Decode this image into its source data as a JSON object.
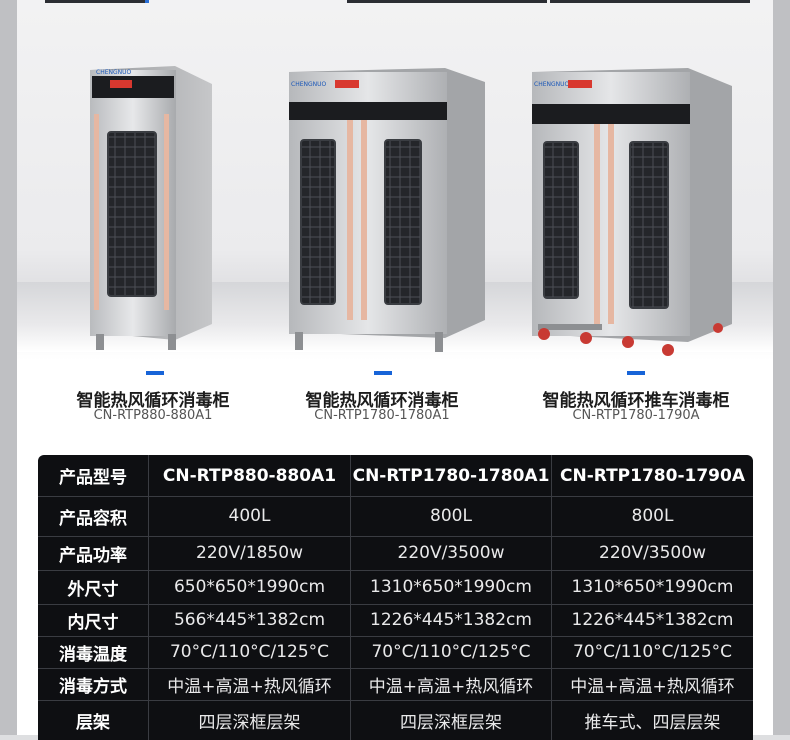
{
  "products": [
    {
      "name": "智能热风循环消毒柜",
      "model": "CN-RTP880-880A1"
    },
    {
      "name": "智能热风循环消毒柜",
      "model": "CN-RTP1780-1780A1"
    },
    {
      "name": "智能热风循环推车消毒柜",
      "model": "CN-RTP1780-1790A"
    }
  ],
  "brand": "CHENGNUO",
  "table": {
    "headers": [
      "产品型号",
      "CN-RTP880-880A1",
      "CN-RTP1780-1780A1",
      "CN-RTP1780-1790A"
    ],
    "rows": [
      [
        "产品容积",
        "400L",
        "800L",
        "800L"
      ],
      [
        "产品功率",
        "220V/1850w",
        "220V/3500w",
        "220V/3500w"
      ],
      [
        "外尺寸",
        "650*650*1990cm",
        "1310*650*1990cm",
        "1310*650*1990cm"
      ],
      [
        "内尺寸",
        "566*445*1382cm",
        "1226*445*1382cm",
        "1226*445*1382cm"
      ],
      [
        "消毒温度",
        "70°C/110°C/125°C",
        "70°C/110°C/125°C",
        "70°C/110°C/125°C"
      ],
      [
        "消毒方式",
        "中温+高温+热风循环",
        "中温+高温+热风循环",
        "中温+高温+热风循环"
      ],
      [
        "层架",
        "四层深框层架",
        "四层深框层架",
        "推车式、四层层架"
      ]
    ]
  },
  "colors": {
    "accent": "#1764d8",
    "table_bg": "#0e0f12",
    "rose_gold": "#e6b7a2"
  }
}
